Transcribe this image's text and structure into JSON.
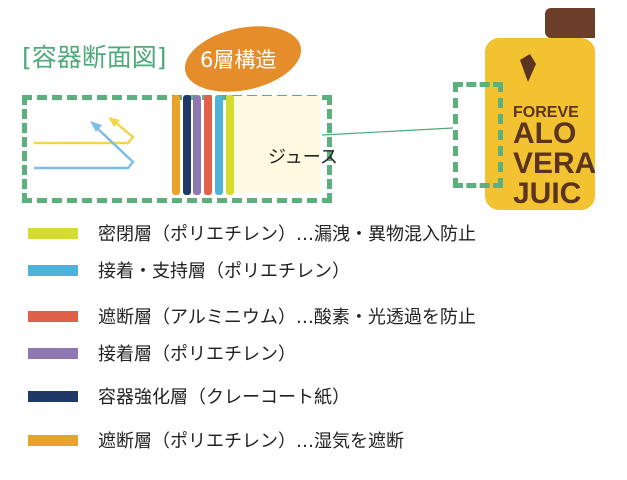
{
  "title": "[容器断面図]",
  "badge": "6層構造",
  "juice_label": "ジュース",
  "product_text": [
    "FOREVE",
    "ALO",
    "VERA",
    "JUIC"
  ],
  "layers": [
    {
      "color": "#e9a22a"
    },
    {
      "color": "#1f3868"
    },
    {
      "color": "#8e78b4"
    },
    {
      "color": "#e0604a"
    },
    {
      "color": "#4fb3d9"
    },
    {
      "color": "#d4dc2e"
    }
  ],
  "legend": [
    {
      "color": "#d4dc2e",
      "label": "密閉層（ポリエチレン）…漏洩・異物混入防止"
    },
    {
      "color": "#4fb3d9",
      "label": "接着・支持層（ポリエチレン）"
    },
    {
      "color": "#e0604a",
      "label": "遮断層（アルミニウム）…酸素・光透過を防止"
    },
    {
      "color": "#8e78b4",
      "label": "接着層（ポリエチレン）"
    },
    {
      "color": "#1f3868",
      "label": "容器強化層（クレーコート紙）"
    },
    {
      "color": "#e9a22a",
      "label": "遮断層（ポリエチレン）…湿気を遮断"
    }
  ]
}
